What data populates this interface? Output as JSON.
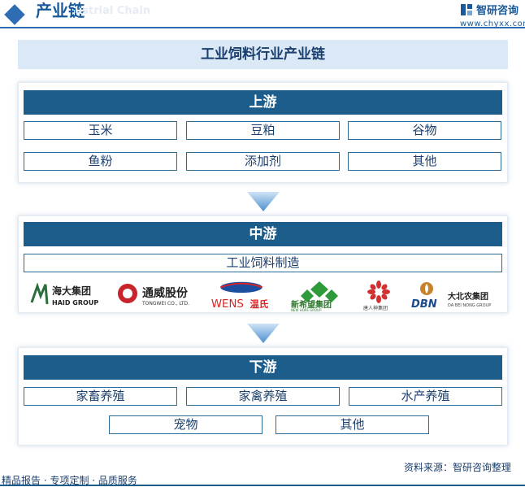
{
  "header": {
    "title": "产业链",
    "watermark": "ustrial Chain",
    "brand_name": "智研咨询",
    "brand_url": "www.chyxx.com"
  },
  "diagram": {
    "title": "工业饲料行业产业链",
    "upstream": {
      "heading": "上游",
      "items": [
        "玉米",
        "豆粕",
        "谷物",
        "鱼粉",
        "添加剂",
        "其他"
      ]
    },
    "midstream": {
      "heading": "中游",
      "process": "工业饲料制造",
      "companies": [
        {
          "name": "海大集团",
          "sub": "HAID GROUP",
          "icon": "haid-logo-icon"
        },
        {
          "name": "通威股份",
          "sub": "TONGWEI CO., LTD.",
          "icon": "tongwei-logo-icon"
        },
        {
          "name": "WENS",
          "sub": "温氏",
          "icon": "wens-logo-icon"
        },
        {
          "name": "新希望集团",
          "sub": "NEW HOPE GROUP",
          "icon": "newhope-logo-icon"
        },
        {
          "name": "唐人神集团",
          "sub": "",
          "icon": "tangrenshen-logo-icon"
        },
        {
          "name": "大北农集团",
          "sub": "DA BEI NONG GROUP",
          "icon": "dbn-logo-icon",
          "mark": "DBN"
        }
      ]
    },
    "downstream": {
      "heading": "下游",
      "items": [
        "家畜养殖",
        "家禽养殖",
        "水产养殖",
        "宠物",
        "其他"
      ]
    }
  },
  "footer": {
    "left": "精品报告 · 专项定制 · 品质服务",
    "right": "资料来源：智研咨询整理"
  },
  "colors": {
    "section_header": "#1c5d8c",
    "box_border": "#2a6b97",
    "title_band": "#dbe9f6",
    "accent": "#2e6db4"
  }
}
